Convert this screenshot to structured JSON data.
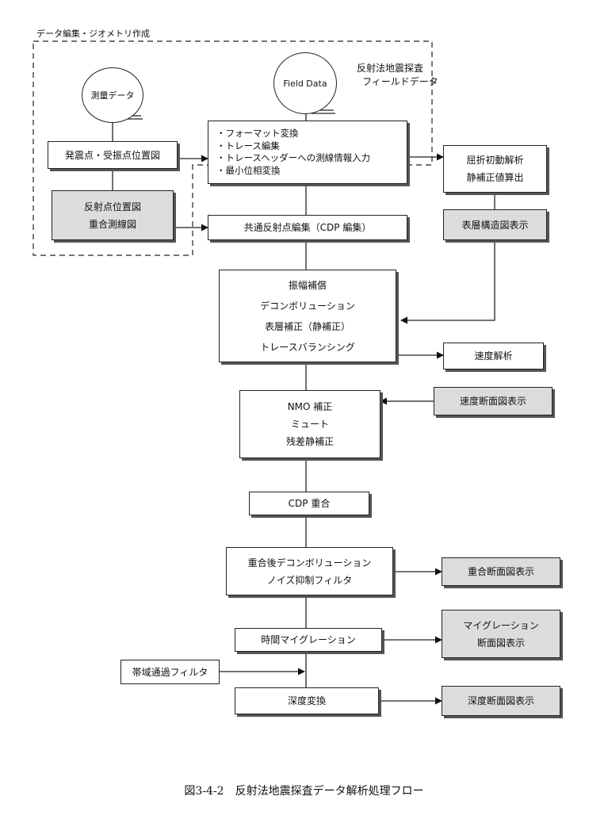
{
  "region_label": "データ編集・ジオメトリ作成",
  "field_data": {
    "circle_label": "Field Data",
    "note_lines": [
      "反射法地震探査",
      "フィールドデータ"
    ]
  },
  "survey_data_label": "測量データ",
  "boxes": {
    "source_receiver": "発震点・受振点位置図",
    "reflection_point": [
      "反射点位置図",
      "重合測線図"
    ],
    "format_steps": [
      "・フォーマット変換",
      "・トレース編集",
      "・トレースヘッダーへの測線情報入力",
      "・最小位相変換"
    ],
    "cdp_edit": "共通反射点編集（CDP 編集）",
    "refraction": [
      "屈折初動解析",
      "静補正値算出"
    ],
    "surface_structure": "表層構造図表示",
    "amplitude_block": [
      "振幅補償",
      "デコンボリューション",
      "表層補正（静補正）",
      "トレースバランシング"
    ],
    "velocity_analysis": "速度解析",
    "velocity_section": "速度断面図表示",
    "nmo_block": [
      "NMO 補正",
      "ミュート",
      "残差静補正"
    ],
    "cdp_stack": "CDP 重合",
    "post_stack": [
      "重合後デコンボリューション",
      "ノイズ抑制フィルタ"
    ],
    "stack_section": "重合断面図表示",
    "time_migration": "時間マイグレーション",
    "migration_section": [
      "マイグレーション",
      "断面図表示"
    ],
    "bandpass": "帯域通過フィルタ",
    "depth_conversion": "深度変換",
    "depth_section": "深度断面図表示"
  },
  "caption": "図3-4-2　反射法地震探査データ解析処理フロー"
}
